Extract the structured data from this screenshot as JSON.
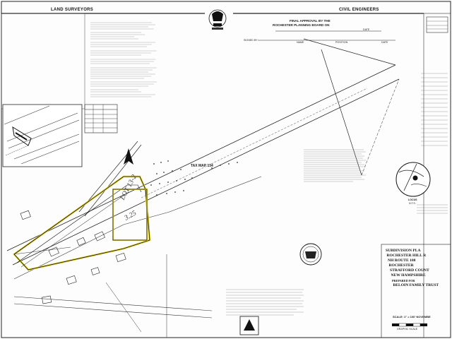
{
  "header": {
    "left_label": "LAND SURVEYORS",
    "right_label": "CIVIL ENGINEERS"
  },
  "approval": {
    "line1": "FINAL APPROVAL BY THE",
    "line2": "ROCHESTER PLANNING BOARD ON",
    "date_label": "DATE",
    "signed_label": "SIGNED BY",
    "name_label": "NAME",
    "position_label": "POSITION",
    "date2_label": "DATE"
  },
  "map_labels": {
    "tax_map": "TAX MAP 134",
    "lot_handwritten": "LOT 13-2",
    "area_handwritten": "3.25"
  },
  "plan": {
    "title_lines": [
      "SUBDIVISION PLA",
      "ROCHESTER HILL R",
      "NH ROUTE 108",
      "ROCHESTER",
      "STRAFFORD COUNT",
      "NEW HAMPSHIRE",
      "PREPARED FOR",
      "BELOIN FAMILY TRUST"
    ],
    "scale_line": "SCALE: 1\" = 100'  NOVEMBE",
    "graphic_scale": "GRAPHIC SCALE"
  },
  "locus": {
    "label": "LOCUS",
    "scale": "N.T.S."
  },
  "colors": {
    "highlight": "#e3d23a",
    "ink": "#111111",
    "line": "#333333"
  }
}
